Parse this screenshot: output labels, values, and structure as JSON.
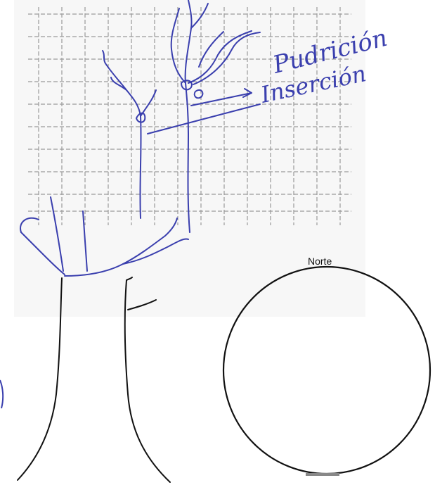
{
  "diagram": {
    "north_label": "Norte",
    "annotation_line1": "Pudrición",
    "annotation_line2": "Inserción",
    "colors": {
      "ink_blue": "#3a3fae",
      "grid_gray": "#9a9a9a",
      "outline_black": "#111111"
    }
  }
}
